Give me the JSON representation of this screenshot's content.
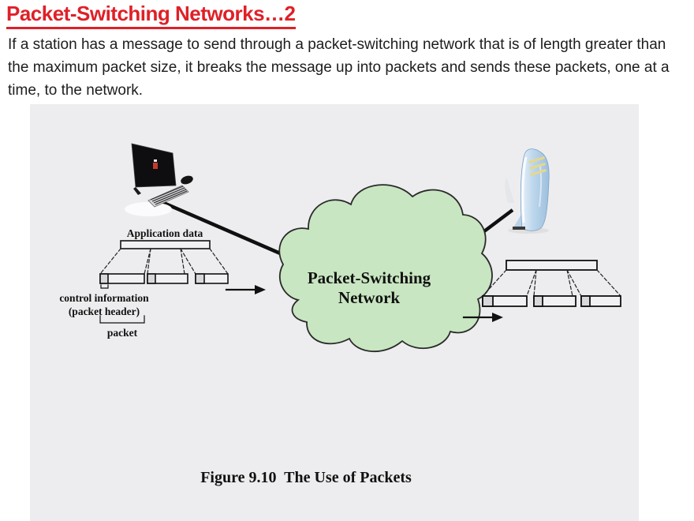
{
  "slide": {
    "title": "Packet-Switching Networks…2",
    "body": "If a station has a message to send through a packet-switching network that is of length greater than the maximum packet size, it breaks the message up into packets and sends these packets, one at a time, to the network."
  },
  "figure": {
    "caption": "Figure 9.10  The Use of Packets",
    "cloud": {
      "line1": "Packet-Switching",
      "line2": "Network"
    },
    "labels": {
      "application_data": "Application data",
      "control_information": "control information",
      "packet_header": "(packet header)",
      "packet": "packet"
    },
    "colors": {
      "title_red": "#df2027",
      "cloud_green": "#c8e6c1",
      "figure_bg": "#ededef",
      "packet_header_fill": "#d8d8da"
    },
    "icons": {
      "source_device": "desktop-computer-icon",
      "destination_device": "server-tower-icon"
    }
  }
}
